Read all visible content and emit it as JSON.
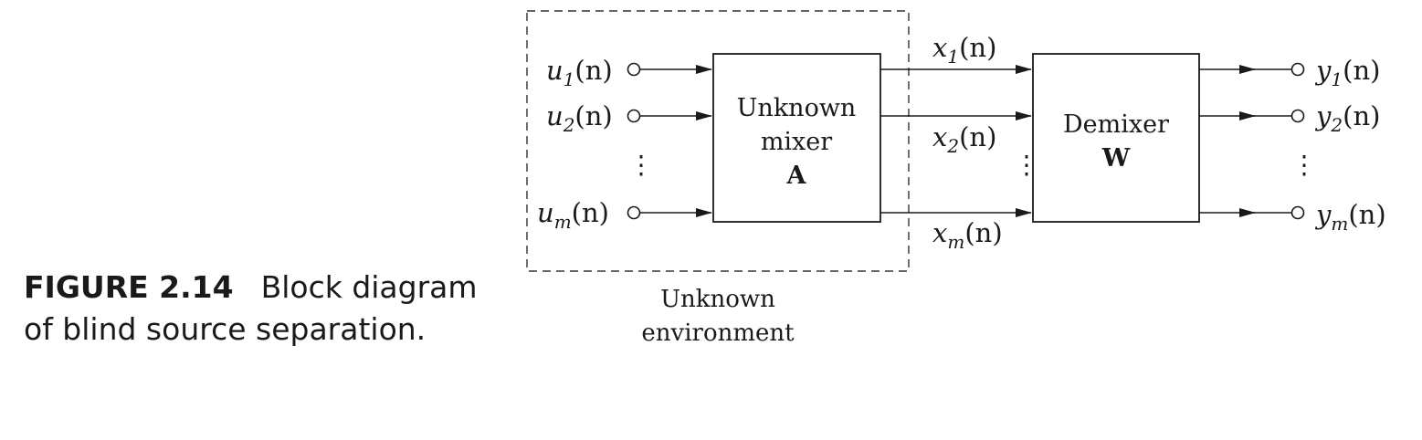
{
  "caption": {
    "label": "FIGURE 2.14",
    "text_line1": "Block diagram",
    "text_line2": "of blind source separation."
  },
  "diagram": {
    "inputs": [
      {
        "var": "u",
        "sub": "1",
        "arg": "(n)"
      },
      {
        "var": "u",
        "sub": "2",
        "arg": "(n)"
      },
      {
        "var": "u",
        "sub": "m",
        "arg": "(n)"
      }
    ],
    "mixer": {
      "line1": "Unknown",
      "line2": "mixer",
      "matrix": "A"
    },
    "mixed": [
      {
        "var": "x",
        "sub": "1",
        "arg": "(n)"
      },
      {
        "var": "x",
        "sub": "2",
        "arg": "(n)"
      },
      {
        "var": "x",
        "sub": "m",
        "arg": "(n)"
      }
    ],
    "demixer": {
      "line1": "Demixer",
      "matrix": "W"
    },
    "outputs": [
      {
        "var": "y",
        "sub": "1",
        "arg": "(n)"
      },
      {
        "var": "y",
        "sub": "2",
        "arg": "(n)"
      },
      {
        "var": "y",
        "sub": "m",
        "arg": "(n)"
      }
    ],
    "environment": {
      "line1": "Unknown",
      "line2": "environment"
    },
    "ellipsis": "⋮"
  }
}
